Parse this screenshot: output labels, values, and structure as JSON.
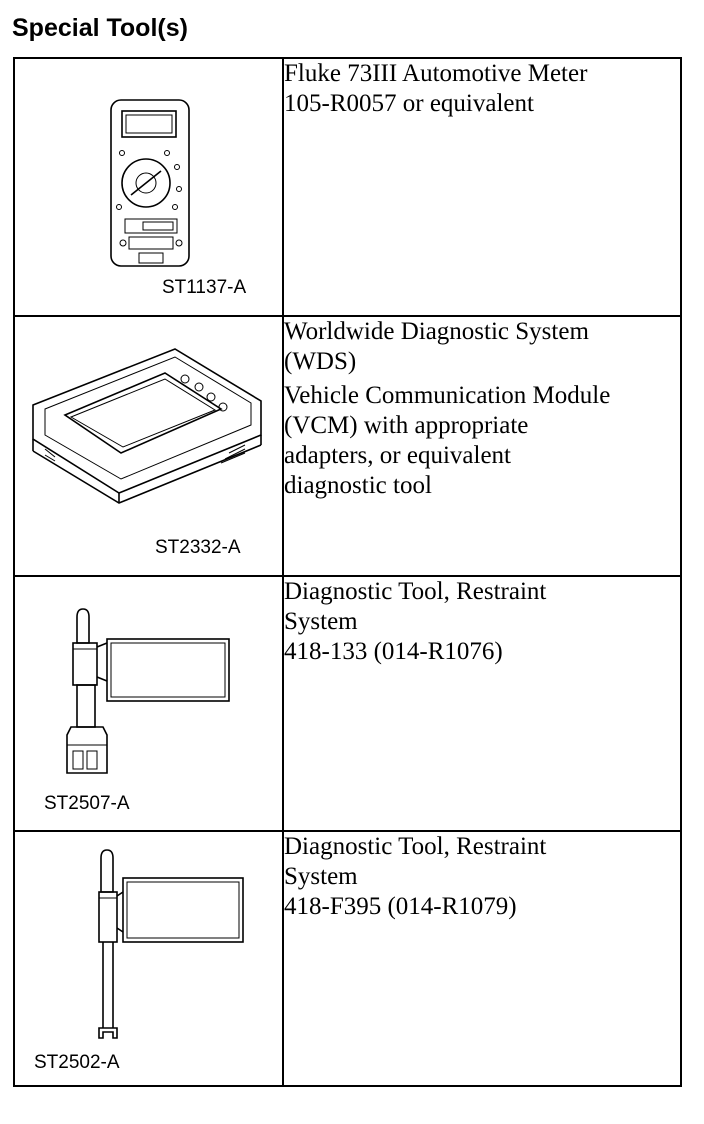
{
  "heading": "Special Tool(s)",
  "tools": [
    {
      "code": "ST1137-A",
      "icon": "multimeter-icon",
      "description": [
        "Fluke 73III Automotive Meter\n105-R0057 or equivalent"
      ]
    },
    {
      "code": "ST2332-A",
      "icon": "diagnostic-tablet-icon",
      "description": [
        "Worldwide Diagnostic System\n(WDS)",
        "Vehicle Communication Module\n(VCM) with appropriate\nadapters, or equivalent\ndiagnostic tool"
      ]
    },
    {
      "code": "ST2507-A",
      "icon": "restraint-tool-connector-icon",
      "description": [
        "Diagnostic Tool, Restraint\nSystem\n418-133 (014-R1076)"
      ]
    },
    {
      "code": "ST2502-A",
      "icon": "restraint-tool-fork-icon",
      "description": [
        "Diagnostic Tool, Restraint\nSystem\n418-F395 (014-R1079)"
      ]
    }
  ]
}
